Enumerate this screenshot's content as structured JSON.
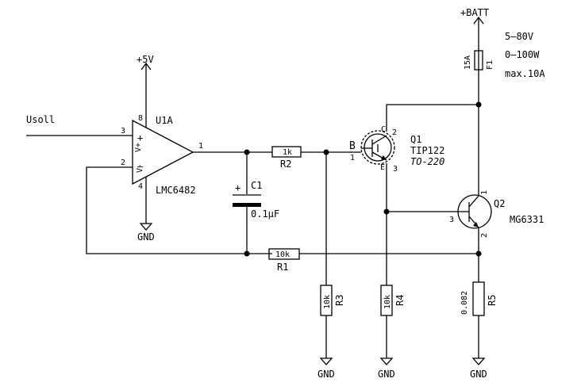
{
  "schematic": {
    "labels": {
      "usoll": "Usoll",
      "plus5v": "+5V",
      "u1a": "U1A",
      "lmc": "LMC6482",
      "vplus": "V+",
      "vminus": "V-",
      "plus_sign": "+",
      "minus_sign": "–",
      "gnd_opamp": "GND",
      "r2_val": "1k",
      "r2_ref": "R2",
      "c1_ref": "C1",
      "c1_val": "0.1µF",
      "c1_plus": "+",
      "r1_val": "10k",
      "r1_ref": "R1",
      "r3_val": "10k",
      "r3_ref": "R3",
      "r4_val": "10k",
      "r4_ref": "R4",
      "r5_val": "0.082",
      "r5_ref": "R5",
      "q1_ref": "Q1",
      "q1_val": "TIP122",
      "q1_pkg": "TO-220",
      "q1_base": "B",
      "q1_c": "C",
      "q1_e": "E",
      "q2_ref": "Q2",
      "q2_val": "MG6331",
      "batt": "+BATT",
      "f1_ref": "F1",
      "f1_val": "15A",
      "spec1": "5–80V",
      "spec2": "0–100W",
      "spec3": "max.10A",
      "gnd": "GND"
    },
    "pins": {
      "op_in_plus": "3",
      "op_in_minus": "2",
      "op_out": "1",
      "op_vplus": "8",
      "op_vminus": "4",
      "q1_base_pin": "1",
      "q1_c_pin": "2",
      "q1_e_pin": "3",
      "q2_pin1": "1",
      "q2_pin2": "2",
      "q2_pin3": "3"
    }
  }
}
